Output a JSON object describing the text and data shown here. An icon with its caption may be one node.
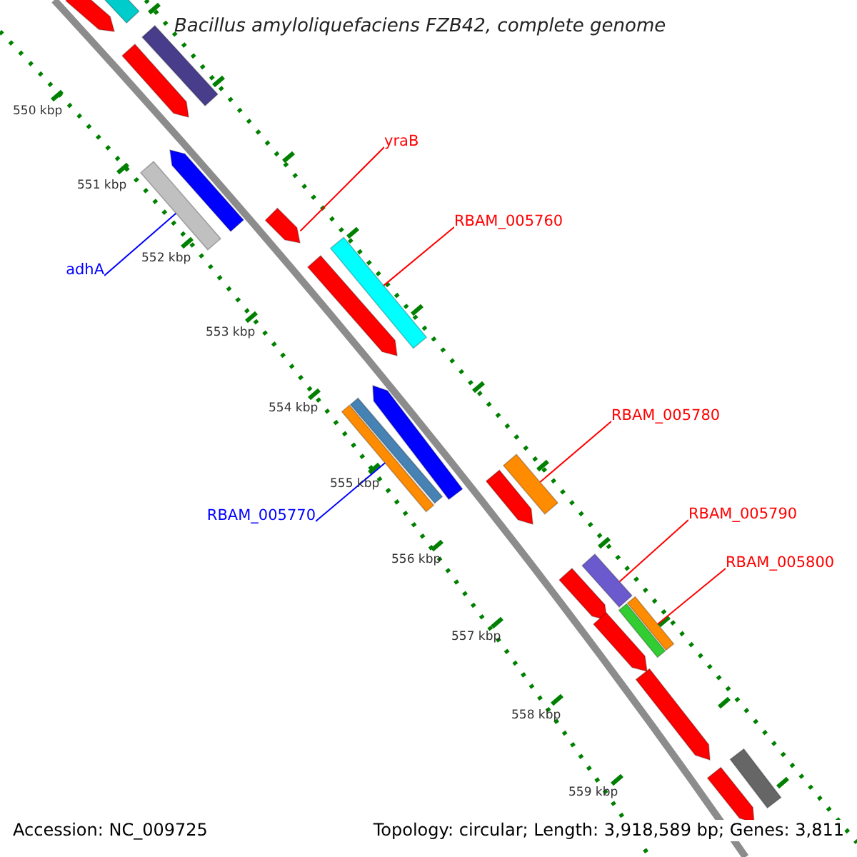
{
  "diagram": {
    "title": "Bacillus amyloliquefaciens FZB42, complete genome",
    "nodes": [
      {
        "text": [
          "yraB"
        ]
      },
      {
        "text": [
          "RBAM_005760"
        ]
      },
      {
        "text": [
          "adhA"
        ]
      },
      {
        "text": [
          "RBAM_005780"
        ]
      },
      {
        "text": [
          "RBAM_005790"
        ]
      },
      {
        "text": [
          "RBAM_005770"
        ]
      },
      {
        "text": [
          "RBAM_005800"
        ]
      },
      {
        "text": [],
        "shape": "pentagon"
      },
      {
        "text": [],
        "shape": "bar"
      },
      {
        "text": [],
        "shape": "bar"
      },
      {
        "text": [],
        "shape": "pentagon"
      },
      {
        "text": [],
        "shape": "pentagon"
      },
      {
        "text": [],
        "shape": "bar"
      },
      {
        "text": [],
        "shape": "pentagon"
      },
      {
        "text": [],
        "shape": "bar"
      },
      {
        "text": [],
        "shape": "pentagon"
      },
      {
        "text": [],
        "shape": "pentagon"
      },
      {
        "text": [],
        "shape": "bar"
      },
      {
        "text": [],
        "shape": "bar"
      },
      {
        "text": [],
        "shape": "bar"
      },
      {
        "text": [],
        "shape": "pentagon"
      },
      {
        "text": [],
        "shape": "bar"
      },
      {
        "text": [],
        "shape": "bar"
      },
      {
        "text": [],
        "shape": "bar"
      },
      {
        "text": [],
        "shape": "pentagon"
      },
      {
        "text": [],
        "shape": "pentagon"
      },
      {
        "text": [],
        "shape": "pentagon"
      },
      {
        "text": [],
        "shape": "bar"
      },
      {
        "text": [],
        "shape": "pentagon"
      }
    ],
    "edges": [
      {
        "from": 0,
        "to": 13,
        "arrow": "none"
      },
      {
        "from": 1,
        "to": 14,
        "arrow": "none"
      },
      {
        "from": 2,
        "to": 12,
        "arrow": "none",
        "color": "#0000ff"
      },
      {
        "from": 3,
        "to": 19,
        "arrow": "none"
      },
      {
        "from": 4,
        "to": 21,
        "arrow": "none"
      },
      {
        "from": 5,
        "to": 18,
        "arrow": "none",
        "color": "#0000ff"
      },
      {
        "from": 6,
        "to": 22,
        "arrow": "none"
      }
    ],
    "labels": [
      "550 kbp",
      "551 kbp",
      "552 kbp",
      "553 kbp",
      "554 kbp",
      "555 kbp",
      "556 kbp",
      "557 kbp",
      "558 kbp",
      "559 kbp",
      "Accession: NC_009725",
      "Topology: circular; Length: 3,918,589 bp; Genes: 3,811"
    ]
  }
}
